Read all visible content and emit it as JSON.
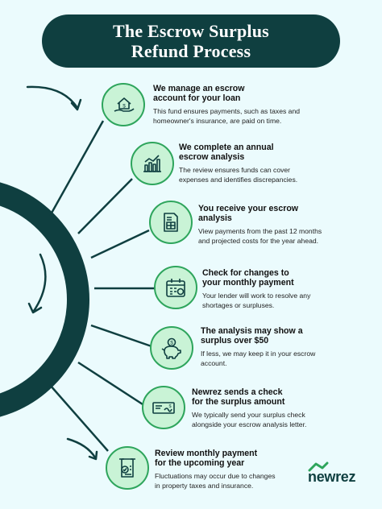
{
  "title": {
    "line1": "The Escrow Surplus",
    "line2": "Refund Process"
  },
  "steps": [
    {
      "title1": "We manage an escrow",
      "title2": "account for your loan",
      "desc1": "This fund ensures payments, such as taxes and",
      "desc2": "homeowner's insurance, are paid on time.",
      "icon": "house-in-hand-icon"
    },
    {
      "title1": "We complete an annual",
      "title2": "escrow analysis",
      "desc1": "The review ensures funds can cover",
      "desc2": "expenses and identifies discrepancies.",
      "icon": "bar-chart-icon"
    },
    {
      "title1": "You receive your escrow",
      "title2": "analysis",
      "desc1": "View payments from the past 12 months",
      "desc2": "and projected costs for the year ahead.",
      "icon": "document-icon"
    },
    {
      "title1": "Check for changes to",
      "title2": "your monthly payment",
      "desc1": "Your lender will work to resolve any",
      "desc2": "shortages or surpluses.",
      "icon": "calendar-icon"
    },
    {
      "title1": "The analysis may show a",
      "title2": "surplus over $50",
      "desc1": "If less, we may keep it in your escrow",
      "desc2": "account.",
      "icon": "piggy-bank-icon"
    },
    {
      "title1": "Newrez sends a check",
      "title2": "for the surplus amount",
      "desc1": "We typically send your surplus check",
      "desc2": "alongside your escrow analysis letter.",
      "icon": "check-icon"
    },
    {
      "title1": "Review monthly payment",
      "title2": "for the upcoming year",
      "desc1": "Fluctuations may occur due to changes",
      "desc2": "in property taxes and insurance.",
      "icon": "checklist-icon"
    }
  ],
  "brand": {
    "name": "newrez",
    "color": "#0f3f40",
    "roof_color": "#2ea55c"
  },
  "colors": {
    "background": "#ebfbfd",
    "dark_teal": "#0f3f40",
    "green": "#2ea55c",
    "icon_fill": "#c9f3d6"
  }
}
